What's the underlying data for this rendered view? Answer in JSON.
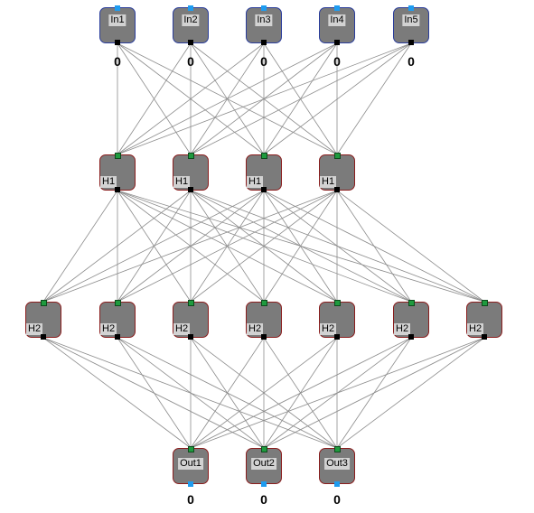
{
  "diagram": {
    "layers": [
      {
        "kind": "input",
        "nodes": [
          {
            "label": "In1",
            "value": "0"
          },
          {
            "label": "In2",
            "value": "0"
          },
          {
            "label": "In3",
            "value": "0"
          },
          {
            "label": "In4",
            "value": "0"
          },
          {
            "label": "In5",
            "value": "0"
          }
        ]
      },
      {
        "kind": "hidden",
        "nodes": [
          {
            "label": "H1"
          },
          {
            "label": "H1"
          },
          {
            "label": "H1"
          },
          {
            "label": "H1"
          }
        ]
      },
      {
        "kind": "hidden",
        "nodes": [
          {
            "label": "H2"
          },
          {
            "label": "H2"
          },
          {
            "label": "H2"
          },
          {
            "label": "H2"
          },
          {
            "label": "H2"
          },
          {
            "label": "H2"
          },
          {
            "label": "H2"
          }
        ]
      },
      {
        "kind": "output",
        "nodes": [
          {
            "label": "Out1",
            "value": "0"
          },
          {
            "label": "Out2",
            "value": "0"
          },
          {
            "label": "Out3",
            "value": "0"
          }
        ]
      }
    ],
    "connectivity": "fully-connected",
    "colors": {
      "node_fill": "#7b7b7b",
      "input_border": "#2a3d9c",
      "hidden_border": "#8a1d1d",
      "edge": "#8c8c8c",
      "input_port": "#1e9cf0",
      "hidden_port": "#1f9a3e"
    }
  }
}
